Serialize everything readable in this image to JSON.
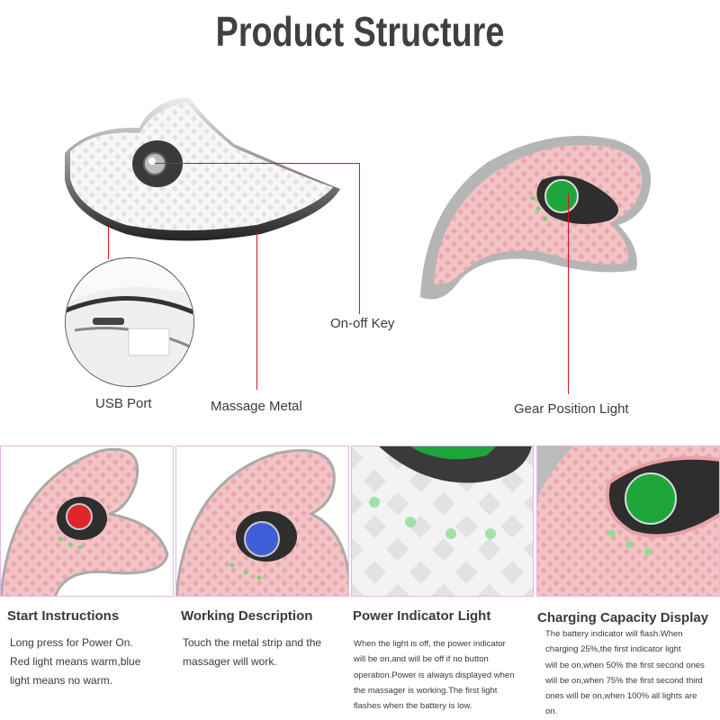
{
  "header": {
    "title": "Product Structure"
  },
  "callouts": [
    {
      "id": "on-off-key",
      "label": "On-off Key"
    },
    {
      "id": "usb-port",
      "label": "USB Port"
    },
    {
      "id": "massage-metal",
      "label": "Massage Metal"
    },
    {
      "id": "gear-position-light",
      "label": "Gear Position Light"
    }
  ],
  "colors": {
    "callout_line": "#d9121f",
    "panel_border": "#e7b4ea",
    "device_pink": "#f2c2c4",
    "device_white": "#f4f4f4",
    "light_red": "#e0262b",
    "light_blue": "#3f5fd8",
    "light_green": "#1fa63a",
    "indicator_green": "#7fd47a"
  },
  "sections": [
    {
      "title": "Start Instructions",
      "light": "red",
      "lines": [
        "Long press for Power On.",
        "Red light means warm,blue",
        "light means no warm."
      ]
    },
    {
      "title": "Working Description",
      "light": "blue",
      "lines": [
        "Touch the metal strip and the",
        "massager will work."
      ]
    },
    {
      "title": "Power Indicator Light",
      "light": "green",
      "lines": [
        "When the light is off, the power indicator",
        "will be on,and will be off if no button",
        "operation.Power is always displayed when",
        "the massager is working.The first light",
        "flashes when the battery is low."
      ]
    },
    {
      "title": "Charging Capacity Display",
      "light": "green",
      "lines": [
        "The battery indicator will flash.When",
        "charging 25%,the first indicator light",
        "will be on,when 50% the first second ones",
        "will be on,when 75% the first second third",
        "ones will be on,when 100% all lights are",
        "on."
      ]
    }
  ]
}
